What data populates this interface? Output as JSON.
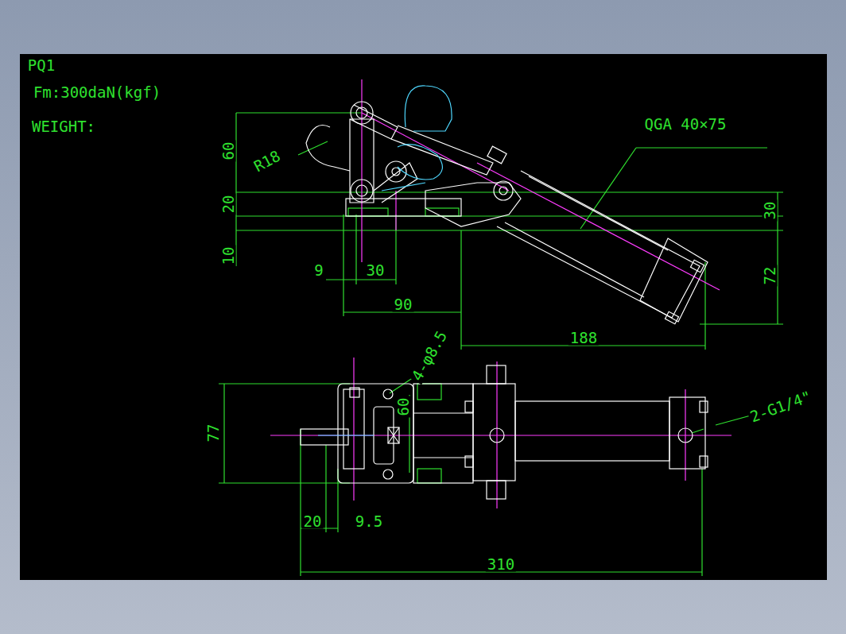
{
  "diagram": {
    "labels": [
      "PQ1",
      "Fm:300daN(kgf)",
      "WEIGHT:",
      "60",
      "20",
      "10",
      "R18",
      "9",
      "30",
      "90",
      "188",
      "QGA 40×75",
      "30",
      "72",
      "4-φ8.5",
      "60",
      "77",
      "20",
      "9.5",
      "310",
      "2-G1/4\""
    ]
  }
}
